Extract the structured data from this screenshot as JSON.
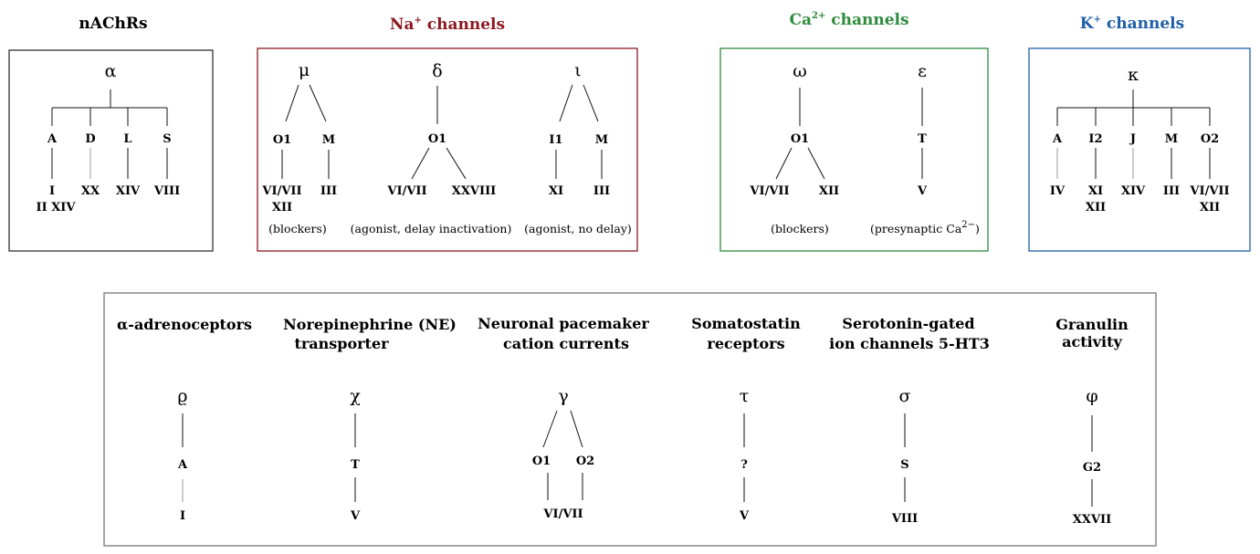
{
  "colors": {
    "nachrs": "#333333",
    "na": "#8b1a22",
    "ca": "#2e8b3e",
    "k": "#1f5fa8",
    "bottom": "#777777"
  },
  "nachrs": {
    "title": "nAChRs",
    "root": "α",
    "children": [
      {
        "label": "A",
        "leaf": "I",
        "leaf2": "II XIV"
      },
      {
        "label": "D",
        "leaf": "XX"
      },
      {
        "label": "L",
        "leaf": "XIV"
      },
      {
        "label": "S",
        "leaf": "VIII"
      }
    ]
  },
  "na": {
    "title_prefix": "Na",
    "title_sup": "+",
    "title_suffix": " channels",
    "groups": [
      {
        "root": "μ",
        "children": [
          {
            "label": "O1",
            "leaf": "VI/VII",
            "leaf2": "XII"
          },
          {
            "label": "M",
            "leaf": "III"
          }
        ],
        "note": "(blockers)"
      },
      {
        "root": "δ",
        "mid": "O1",
        "children": [
          {
            "leaf": "VI/VII"
          },
          {
            "leaf": "XXVIII"
          }
        ],
        "note": "(agonist, delay inactivation)"
      },
      {
        "root": "ι",
        "children": [
          {
            "label": "I1",
            "leaf": "XI"
          },
          {
            "label": "M",
            "leaf": "III"
          }
        ],
        "note": "(agonist, no delay)"
      }
    ]
  },
  "ca": {
    "title_prefix": "Ca",
    "title_sup": "2+",
    "title_suffix": " channels",
    "groups": [
      {
        "root": "ω",
        "mid": "O1",
        "children": [
          {
            "leaf": "VI/VII"
          },
          {
            "leaf": "XII"
          }
        ],
        "note": "(blockers)"
      },
      {
        "root": "ε",
        "mid": "T",
        "leaf": "V",
        "note_prefix": "(presynaptic Ca",
        "note_sup": "2−",
        "note_suffix": ")"
      }
    ]
  },
  "k": {
    "title_prefix": "K",
    "title_sup": "+",
    "title_suffix": " channels",
    "root": "κ",
    "children": [
      {
        "label": "A",
        "leaf": "IV"
      },
      {
        "label": "I2",
        "leaf": "XI",
        "leaf2": "XII"
      },
      {
        "label": "J",
        "leaf": "XIV"
      },
      {
        "label": "M",
        "leaf": "III"
      },
      {
        "label": "O2",
        "leaf": "VI/VII",
        "leaf2": "XII"
      }
    ]
  },
  "bottom": {
    "targets": [
      {
        "title1": "α-adrenoceptors",
        "title2": "",
        "root": "ϱ",
        "mid": "A",
        "leaf": "I"
      },
      {
        "title1": "Norepinephrine (NE)",
        "title2": "transporter",
        "root": "χ",
        "mid": "T",
        "leaf": "V"
      },
      {
        "title1": "Neuronal pacemaker",
        "title2": "cation currents",
        "root": "γ",
        "mids": [
          "O1",
          "O2"
        ],
        "leaf": "VI/VII"
      },
      {
        "title1": "Somatostatin",
        "title2": "receptors",
        "root": "τ",
        "mid": "?",
        "leaf": "V"
      },
      {
        "title1": "Serotonin-gated",
        "title2": "ion channels 5-HT3",
        "root": "σ",
        "mid": "S",
        "leaf": "VIII"
      },
      {
        "title1": "Granulin",
        "title2": "activity",
        "root": "φ",
        "mid": "G2",
        "leaf": "XXVII"
      }
    ]
  }
}
